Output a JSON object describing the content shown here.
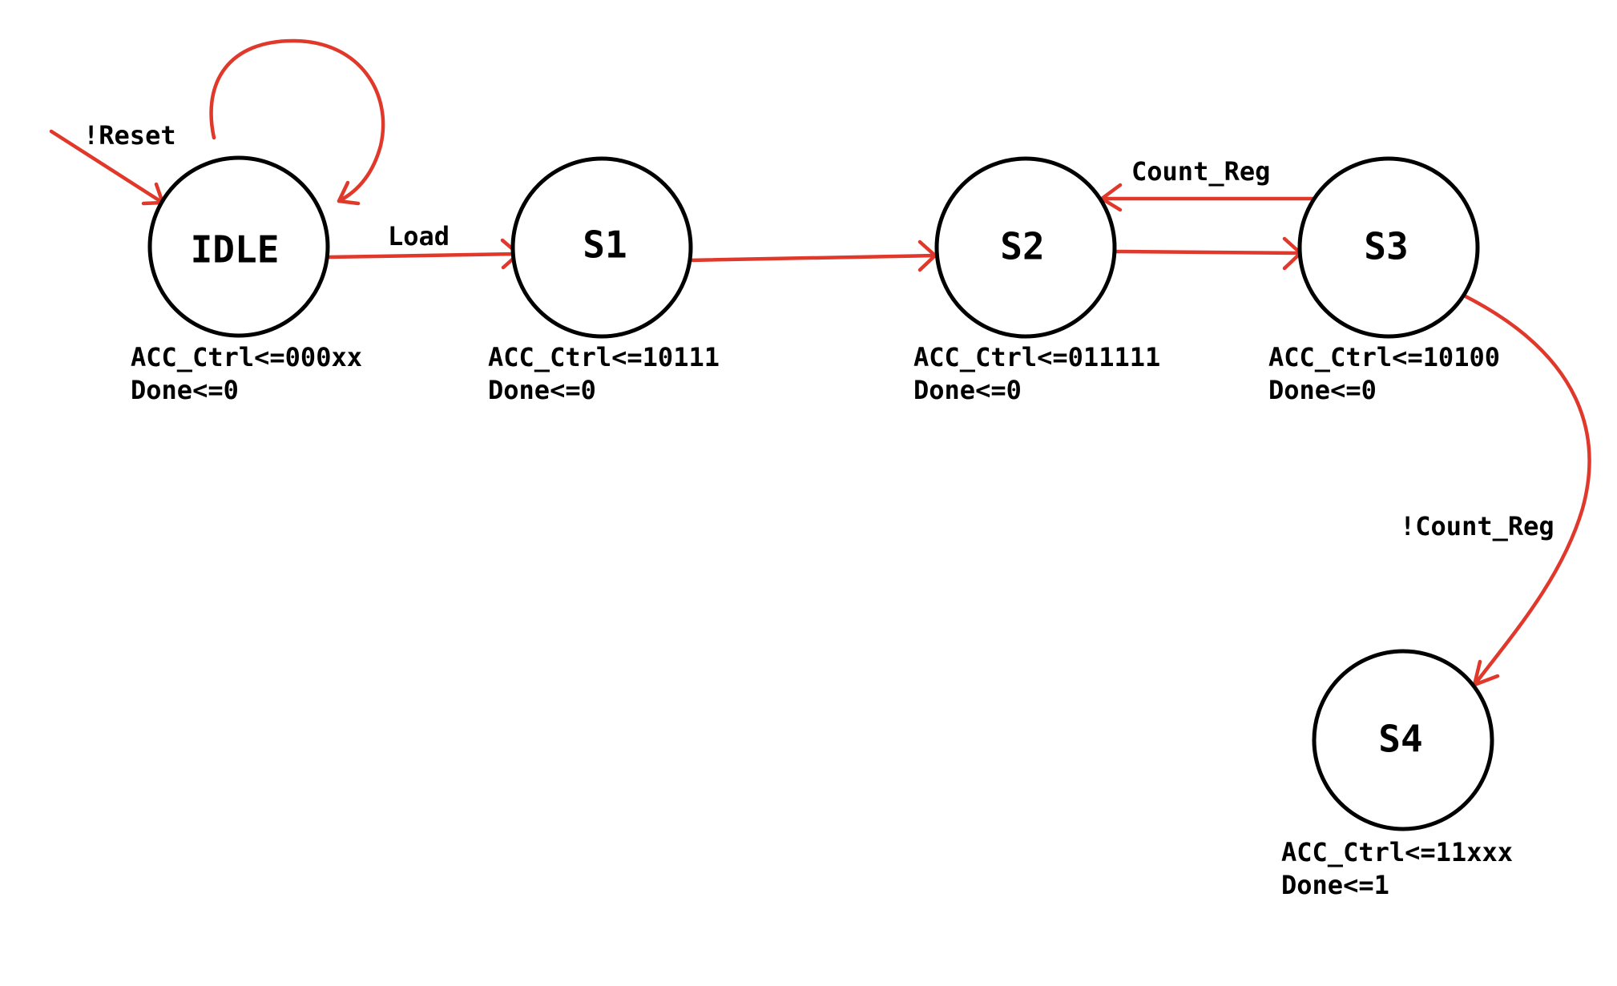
{
  "colors": {
    "edge": "#e0392b",
    "state_stroke": "#000000",
    "text": "#000000",
    "background": "#ffffff"
  },
  "states": {
    "idle": {
      "name": "IDLE",
      "acc_ctrl": "ACC_Ctrl<=000xx",
      "done": "Done<=0"
    },
    "s1": {
      "name": "S1",
      "acc_ctrl": "ACC_Ctrl<=10111",
      "done": "Done<=0"
    },
    "s2": {
      "name": "S2",
      "acc_ctrl": "ACC_Ctrl<=011111",
      "done": "Done<=0"
    },
    "s3": {
      "name": "S3",
      "acc_ctrl": "ACC_Ctrl<=10100",
      "done": "Done<=0"
    },
    "s4": {
      "name": "S4",
      "acc_ctrl": "ACC_Ctrl<=11xxx",
      "done": "Done<=1"
    }
  },
  "transitions": {
    "reset_entry": {
      "label": "!Reset"
    },
    "idle_self": {
      "label": ""
    },
    "idle_to_s1": {
      "label": "Load"
    },
    "s1_to_s2": {
      "label": ""
    },
    "s2_to_s3": {
      "label": ""
    },
    "s3_to_s2": {
      "label": "Count_Reg"
    },
    "s3_to_s4": {
      "label": "!Count_Reg"
    }
  }
}
